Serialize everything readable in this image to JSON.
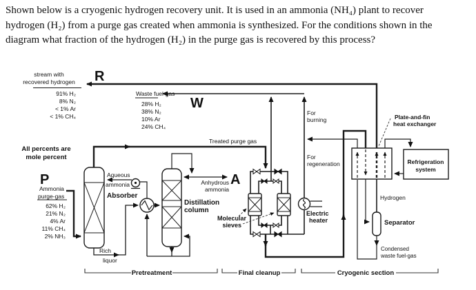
{
  "question": {
    "lines": [
      "Shown below is a cryogenic hydrogen recovery unit. It is used in an ammonia (NH₄) plant to recover",
      "hydrogen (H₂) from a purge gas created when ammonia is synthesized. For the conditions shown in the",
      "diagram what fraction of the hydrogen (H₂) in the purge gas is recovered by this process?"
    ]
  },
  "diagram": {
    "note": {
      "l1": "All percents are",
      "l2": "mole percent"
    },
    "streams": {
      "recovered": {
        "tag": "R",
        "l1": "stream with",
        "l2": "recovered hydrogen",
        "comps": [
          "91% H₂",
          "8% N₂",
          "< 1% Ar",
          "< 1% CH₄"
        ]
      },
      "waste": {
        "tag": "W",
        "label": "Waste fuel-gas",
        "comps": [
          "28% H₂",
          "38% N₂",
          "10% Ar",
          "24% CH₄"
        ]
      },
      "purge": {
        "tag": "P",
        "l1": "Ammonia",
        "l2": "purge-gas",
        "comps": [
          "62% H₂",
          "21% N₂",
          "4% Ar",
          "11% CH₄",
          "2% NH₃"
        ]
      },
      "product": {
        "tag": "A",
        "l1": "Anhydrous",
        "l2": "ammonia"
      },
      "treated": "Treated purge gas",
      "aqueous": {
        "l1": "Aqueous",
        "l2": "ammonia"
      },
      "rich": {
        "l1": "Rich",
        "l2": "liquor"
      },
      "hydrogen": "Hydrogen",
      "condensed": {
        "l1": "Condensed",
        "l2": "waste fuel-gas"
      },
      "burning": {
        "l1": "For",
        "l2": "burning"
      },
      "regeneration": {
        "l1": "For",
        "l2": "regeneration"
      }
    },
    "equipment": {
      "absorber": "Absorber",
      "distillation": {
        "l1": "Distillation",
        "l2": "column"
      },
      "sieves": {
        "l1": "Molecular",
        "l2": "sieves"
      },
      "heater": {
        "l1": "Electric",
        "l2": "heater"
      },
      "pfhx": {
        "l1": "Plate-and-fin",
        "l2": "heat exchanger"
      },
      "refrigeration": {
        "l1": "Refrigeration",
        "l2": "system"
      },
      "separator": "Separator"
    },
    "sections": {
      "pretreatment": "Pretreatment",
      "final_cleanup": "Final cleanup",
      "cryogenic": "Cryogenic section"
    }
  }
}
